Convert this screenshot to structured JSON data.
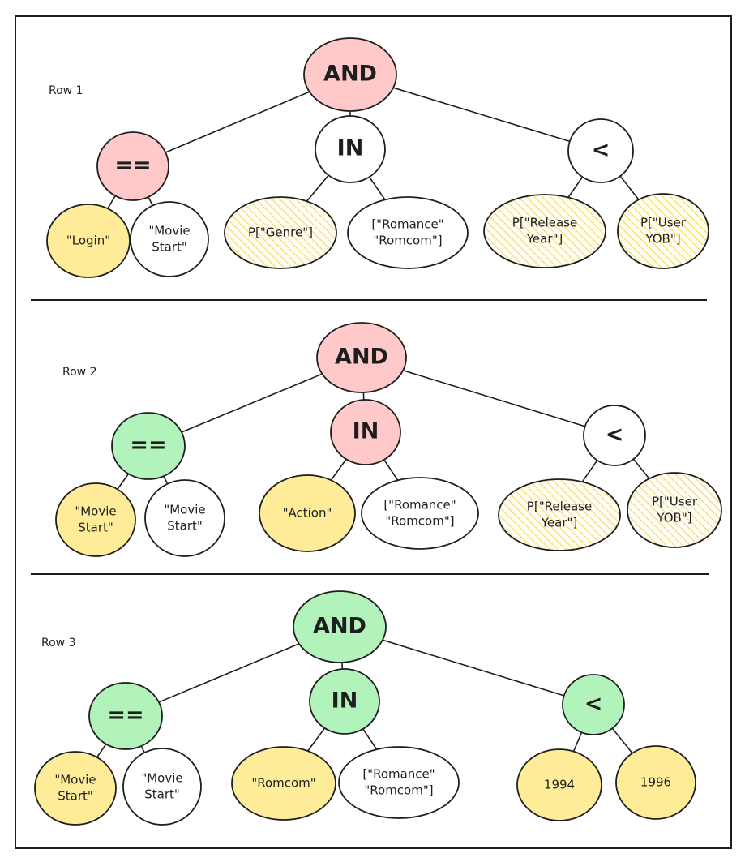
{
  "colors": {
    "red": "#ffc9c9",
    "green": "#b2f2bb",
    "yellow": "#ffec99",
    "white": "#ffffff",
    "hatch": "#f2d65c",
    "stroke": "#1e1e1e"
  },
  "rows": [
    {
      "label": "Row 1",
      "nodes": [
        {
          "id": "r1-and",
          "lines": [
            "AND"
          ],
          "op": true,
          "fill": "red"
        },
        {
          "id": "r1-eq",
          "lines": [
            "=="
          ],
          "op": true,
          "fill": "red"
        },
        {
          "id": "r1-in",
          "lines": [
            "IN"
          ],
          "op": true,
          "fill": "white"
        },
        {
          "id": "r1-lt",
          "lines": [
            "<"
          ],
          "op": true,
          "fill": "white"
        },
        {
          "id": "r1-login",
          "lines": [
            "\"Login\""
          ],
          "fill": "yellow"
        },
        {
          "id": "r1-moviestart",
          "lines": [
            "\"Movie",
            "Start\""
          ],
          "fill": "white"
        },
        {
          "id": "r1-genre",
          "lines": [
            "P[\"Genre\"]"
          ],
          "fill": "hatch"
        },
        {
          "id": "r1-list",
          "lines": [
            "[\"Romance\"",
            "\"Romcom\"]"
          ],
          "fill": "white"
        },
        {
          "id": "r1-release",
          "lines": [
            "P[\"Release",
            "Year\"]"
          ],
          "fill": "hatch"
        },
        {
          "id": "r1-yob",
          "lines": [
            "P[\"User",
            "YOB\"]"
          ],
          "fill": "hatch"
        }
      ]
    },
    {
      "label": "Row 2",
      "nodes": [
        {
          "id": "r2-and",
          "lines": [
            "AND"
          ],
          "op": true,
          "fill": "red"
        },
        {
          "id": "r2-eq",
          "lines": [
            "=="
          ],
          "op": true,
          "fill": "green"
        },
        {
          "id": "r2-in",
          "lines": [
            "IN"
          ],
          "op": true,
          "fill": "red"
        },
        {
          "id": "r2-lt",
          "lines": [
            "<"
          ],
          "op": true,
          "fill": "white"
        },
        {
          "id": "r2-moviestart-a",
          "lines": [
            "\"Movie",
            "Start\""
          ],
          "fill": "yellow"
        },
        {
          "id": "r2-moviestart-b",
          "lines": [
            "\"Movie",
            "Start\""
          ],
          "fill": "white"
        },
        {
          "id": "r2-action",
          "lines": [
            "\"Action\""
          ],
          "fill": "yellow"
        },
        {
          "id": "r2-list",
          "lines": [
            "[\"Romance\"",
            "\"Romcom\"]"
          ],
          "fill": "white"
        },
        {
          "id": "r2-release",
          "lines": [
            "P[\"Release",
            "Year\"]"
          ],
          "fill": "hatch"
        },
        {
          "id": "r2-yob",
          "lines": [
            "P[\"User",
            "YOB\"]"
          ],
          "fill": "hatch"
        }
      ]
    },
    {
      "label": "Row 3",
      "nodes": [
        {
          "id": "r3-and",
          "lines": [
            "AND"
          ],
          "op": true,
          "fill": "green"
        },
        {
          "id": "r3-eq",
          "lines": [
            "=="
          ],
          "op": true,
          "fill": "green"
        },
        {
          "id": "r3-in",
          "lines": [
            "IN"
          ],
          "op": true,
          "fill": "green"
        },
        {
          "id": "r3-lt",
          "lines": [
            "<"
          ],
          "op": true,
          "fill": "green"
        },
        {
          "id": "r3-moviestart-a",
          "lines": [
            "\"Movie",
            "Start\""
          ],
          "fill": "yellow"
        },
        {
          "id": "r3-moviestart-b",
          "lines": [
            "\"Movie",
            "Start\""
          ],
          "fill": "white"
        },
        {
          "id": "r3-romcom",
          "lines": [
            "\"Romcom\""
          ],
          "fill": "yellow"
        },
        {
          "id": "r3-list",
          "lines": [
            "[\"Romance\"",
            "\"Romcom\"]"
          ],
          "fill": "white"
        },
        {
          "id": "r3-1994",
          "lines": [
            "1994"
          ],
          "fill": "yellow"
        },
        {
          "id": "r3-1996",
          "lines": [
            "1996"
          ],
          "fill": "yellow"
        }
      ]
    }
  ]
}
